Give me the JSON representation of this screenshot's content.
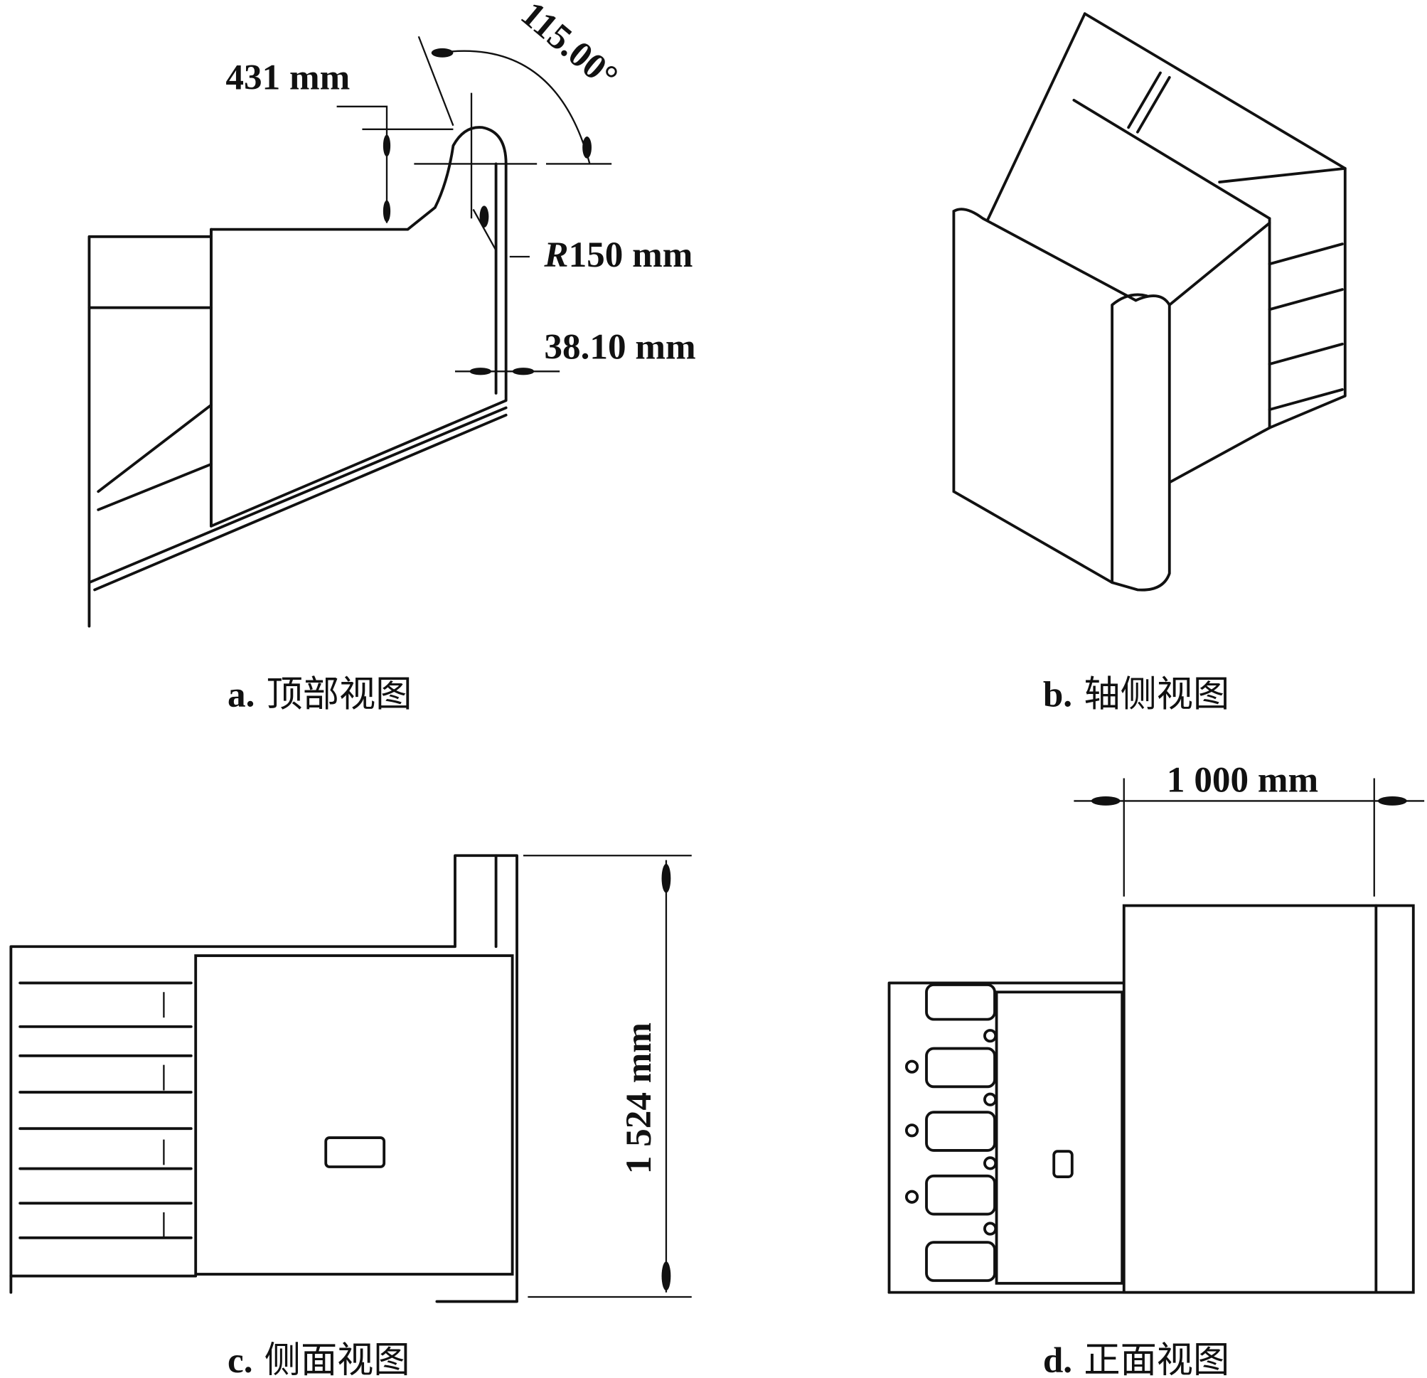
{
  "panels": [
    {
      "letter": "a.",
      "caption": "顶部视图",
      "dimensions": {
        "height": "431 mm",
        "angle": "115.00°",
        "radius_prefix": "R",
        "radius": "150 mm",
        "thickness": "38.10 mm"
      }
    },
    {
      "letter": "b.",
      "caption": "轴侧视图"
    },
    {
      "letter": "c.",
      "caption": "侧面视图",
      "dimensions": {
        "height": "1 524 mm"
      }
    },
    {
      "letter": "d.",
      "caption": "正面视图",
      "dimensions": {
        "width": "1 000 mm"
      }
    }
  ]
}
